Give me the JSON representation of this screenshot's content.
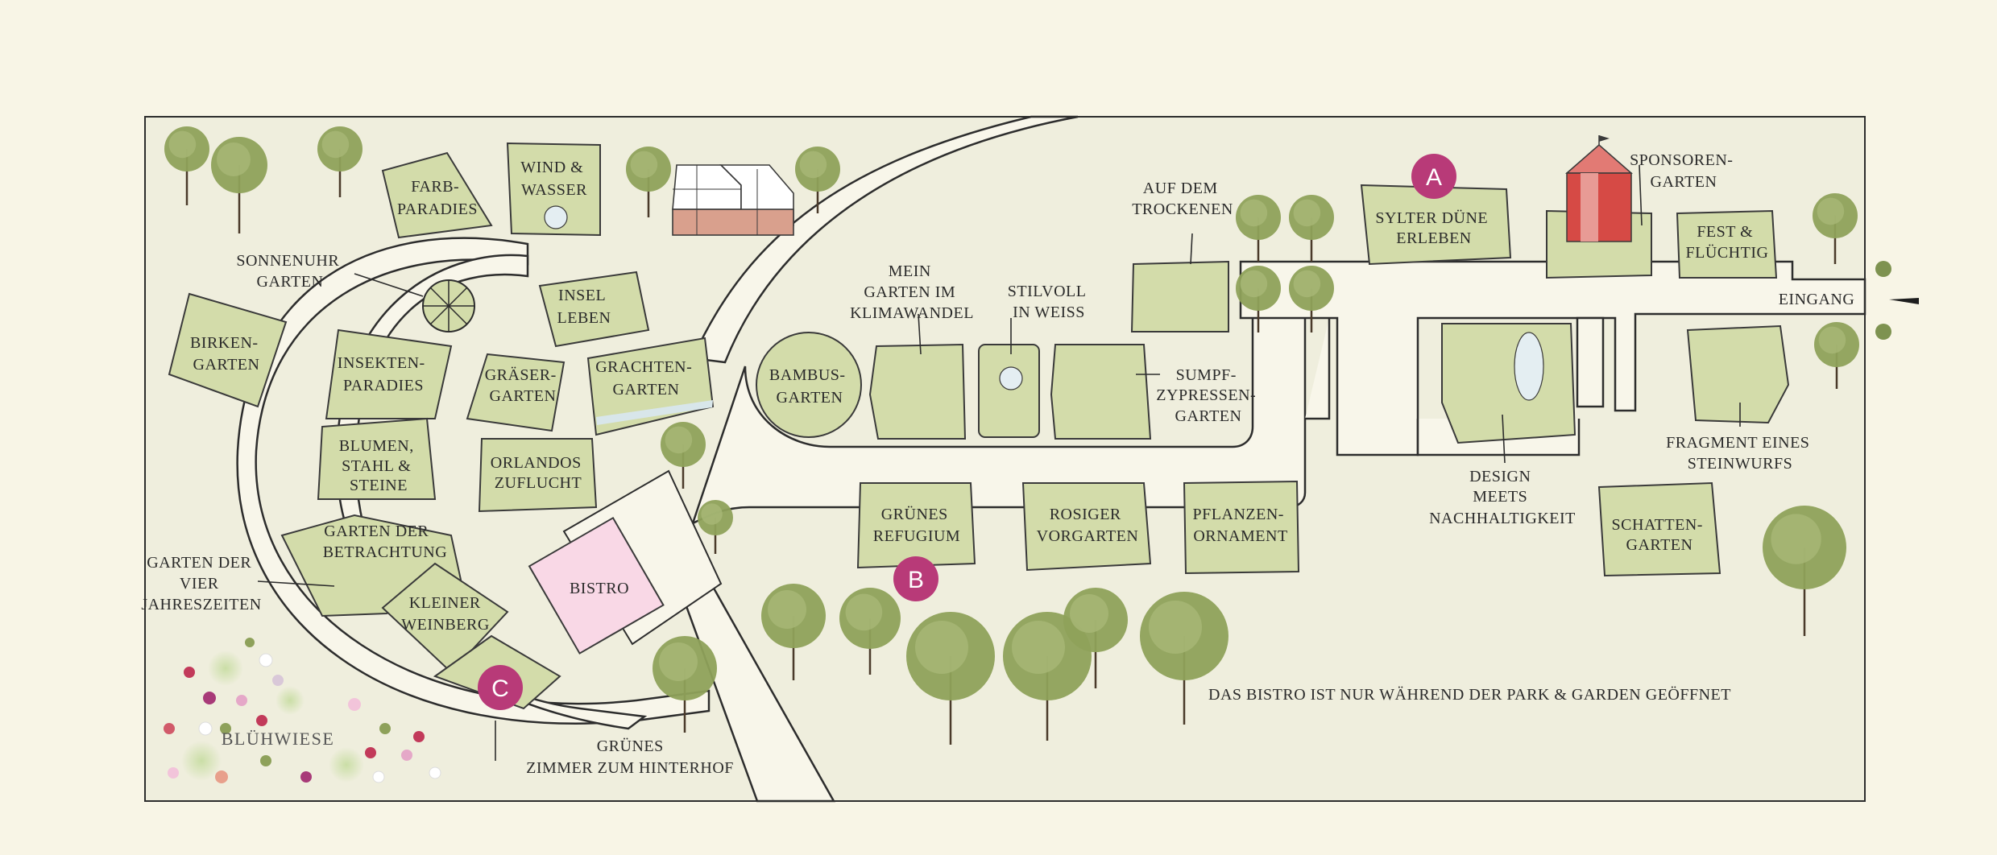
{
  "colors": {
    "background": "#f8f5e6",
    "ground": "#efeedd",
    "path": "#f8f6ea",
    "garden": "#d3dcaa",
    "bistro": "#f9d8e6",
    "marker": "#b83a78",
    "tent": "#d64a45",
    "tree": "#8ea15a"
  },
  "markers": [
    {
      "letter": "A"
    },
    {
      "letter": "B"
    },
    {
      "letter": "C"
    }
  ],
  "labels": {
    "farb_paradies": [
      "FARB-",
      "PARADIES"
    ],
    "wind_wasser": [
      "WIND &",
      "WASSER"
    ],
    "sonnenuhr": [
      "SONNENUHR",
      "GARTEN"
    ],
    "birken": [
      "BIRKEN-",
      "GARTEN"
    ],
    "insekten": [
      "INSEKTEN-",
      "PARADIES"
    ],
    "insel": [
      "INSEL",
      "LEBEN"
    ],
    "graeser": [
      "GRÄSER-",
      "GARTEN"
    ],
    "grachten": [
      "GRACHTEN-",
      "GARTEN"
    ],
    "blumen": [
      "BLUMEN,",
      "STAHL &",
      "STEINE"
    ],
    "orlandos": [
      "ORLANDOS",
      "ZUFLUCHT"
    ],
    "betrachtung": [
      "GARTEN DER",
      "BETRACHTUNG"
    ],
    "vier_jahreszeiten": [
      "GARTEN DER",
      "VIER",
      "JAHRESZEITEN"
    ],
    "weinberg": [
      "KLEINER",
      "WEINBERG"
    ],
    "bistro": [
      "BISTRO"
    ],
    "bluehwiese": [
      "BLÜHWIESE"
    ],
    "gruenes_zimmer": [
      "GRÜNES",
      "ZIMMER ZUM HINTERHOF"
    ],
    "bambus": [
      "BAMBUS-",
      "GARTEN"
    ],
    "klimawandel": [
      "MEIN",
      "GARTEN IM",
      "KLIMAWANDEL"
    ],
    "stilvoll": [
      "STILVOLL",
      "IN WEISS"
    ],
    "sumpf": [
      "SUMPF-",
      "ZYPRESSEN-",
      "GARTEN"
    ],
    "trockenen": [
      "AUF DEM",
      "TROCKENEN"
    ],
    "sylter": [
      "SYLTER DÜNE",
      "ERLEBEN"
    ],
    "sponsoren": [
      "SPONSOREN-",
      "GARTEN"
    ],
    "fest": [
      "FEST &",
      "FLÜCHTIG"
    ],
    "eingang": [
      "EINGANG"
    ],
    "design": [
      "DESIGN",
      "MEETS",
      "NACHHALTIGKEIT"
    ],
    "fragment": [
      "FRAGMENT EINES",
      "STEINWURFS"
    ],
    "schatten": [
      "SCHATTEN-",
      "GARTEN"
    ],
    "refugium": [
      "GRÜNES",
      "REFUGIUM"
    ],
    "rosiger": [
      "ROSIGER",
      "VORGARTEN"
    ],
    "pflanzen": [
      "PFLANZEN-",
      "ORNAMENT"
    ],
    "bistro_note": [
      "DAS BISTRO IST NUR WÄHREND DER PARK & GARDEN GEÖFFNET"
    ]
  }
}
